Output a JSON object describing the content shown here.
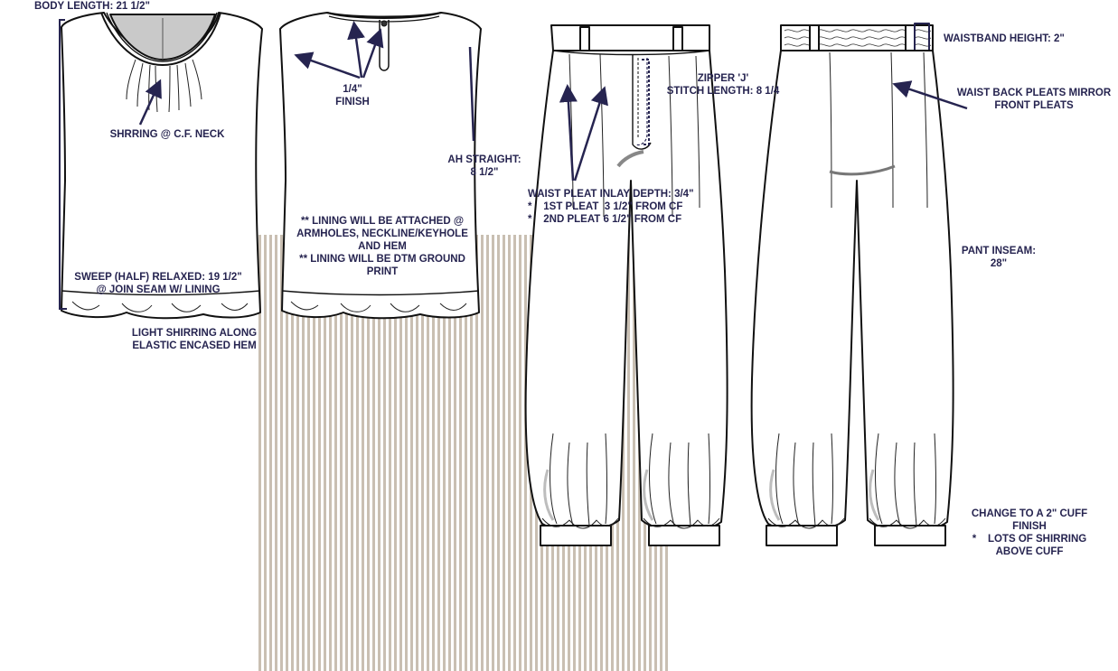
{
  "colors": {
    "annotation": "#262450",
    "outline": "#111111",
    "neck_fill": "#c9c9c9",
    "ground_stripe": "#c9bfb2",
    "shade": "#bdbdbd"
  },
  "top_front": {
    "body_length": "BODY LENGTH: 21 1/2\"",
    "shirring": "SHRRING @ C.F. NECK",
    "sweep": "SWEEP (HALF) RELAXED: 19 1/2\"\n@ JOIN SEAM W/ LINING",
    "hem_note": "LIGHT SHIRRING ALONG\nELASTIC ENCASED HEM"
  },
  "top_back": {
    "finish": "1/4\"\nFINISH",
    "armhole": "AH STRAIGHT:\n8 1/2\"",
    "lining": "** LINING WILL BE ATTACHED @\nARMHOLES, NECKLINE/KEYHOLE\nAND HEM\n** LINING WILL BE DTM GROUND\nPRINT"
  },
  "pant_front": {
    "zipper": "ZIPPER 'J'\nSTITCH LENGTH: 8 1/4",
    "pleat": "WAIST PLEAT INLAY DEPTH: 3/4\"\n*    1ST PLEAT  3 1/2\" FROM CF\n*    2ND PLEAT 6 1/2\" FROM CF"
  },
  "pant_back": {
    "waistband": "WAISTBAND HEIGHT: 2\"",
    "back_pleats": "WAIST BACK PLEATS MIRROR\nFRONT PLEATS",
    "inseam": "PANT INSEAM:\n28\"",
    "cuff": "CHANGE TO A 2\" CUFF\nFINISH\n*    LOTS OF SHIRRING\nABOVE CUFF"
  }
}
